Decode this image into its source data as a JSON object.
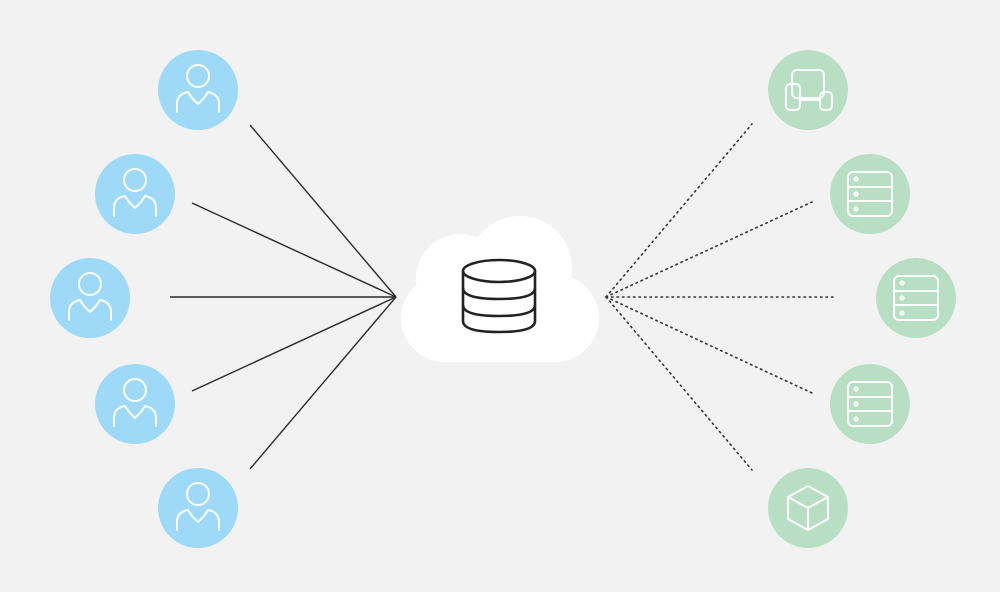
{
  "colors": {
    "background": "#f2f2f2",
    "user_node": "#9edaf7",
    "resource_node": "#b8dfc3",
    "cloud": "#ffffff",
    "connector_solid": "#2b2b2b",
    "connector_dotted": "#333333",
    "database_icon": "#222222"
  },
  "hub": {
    "shape": "cloud",
    "icon": "database-icon"
  },
  "users": [
    {
      "icon": "user-icon"
    },
    {
      "icon": "user-icon"
    },
    {
      "icon": "user-icon"
    },
    {
      "icon": "user-icon"
    },
    {
      "icon": "user-icon"
    }
  ],
  "resources": [
    {
      "icon": "devices-icon"
    },
    {
      "icon": "server-icon"
    },
    {
      "icon": "server-icon"
    },
    {
      "icon": "server-icon"
    },
    {
      "icon": "cube-icon"
    }
  ],
  "connections": {
    "users_to_hub": "solid",
    "hub_to_resources": "dotted"
  }
}
